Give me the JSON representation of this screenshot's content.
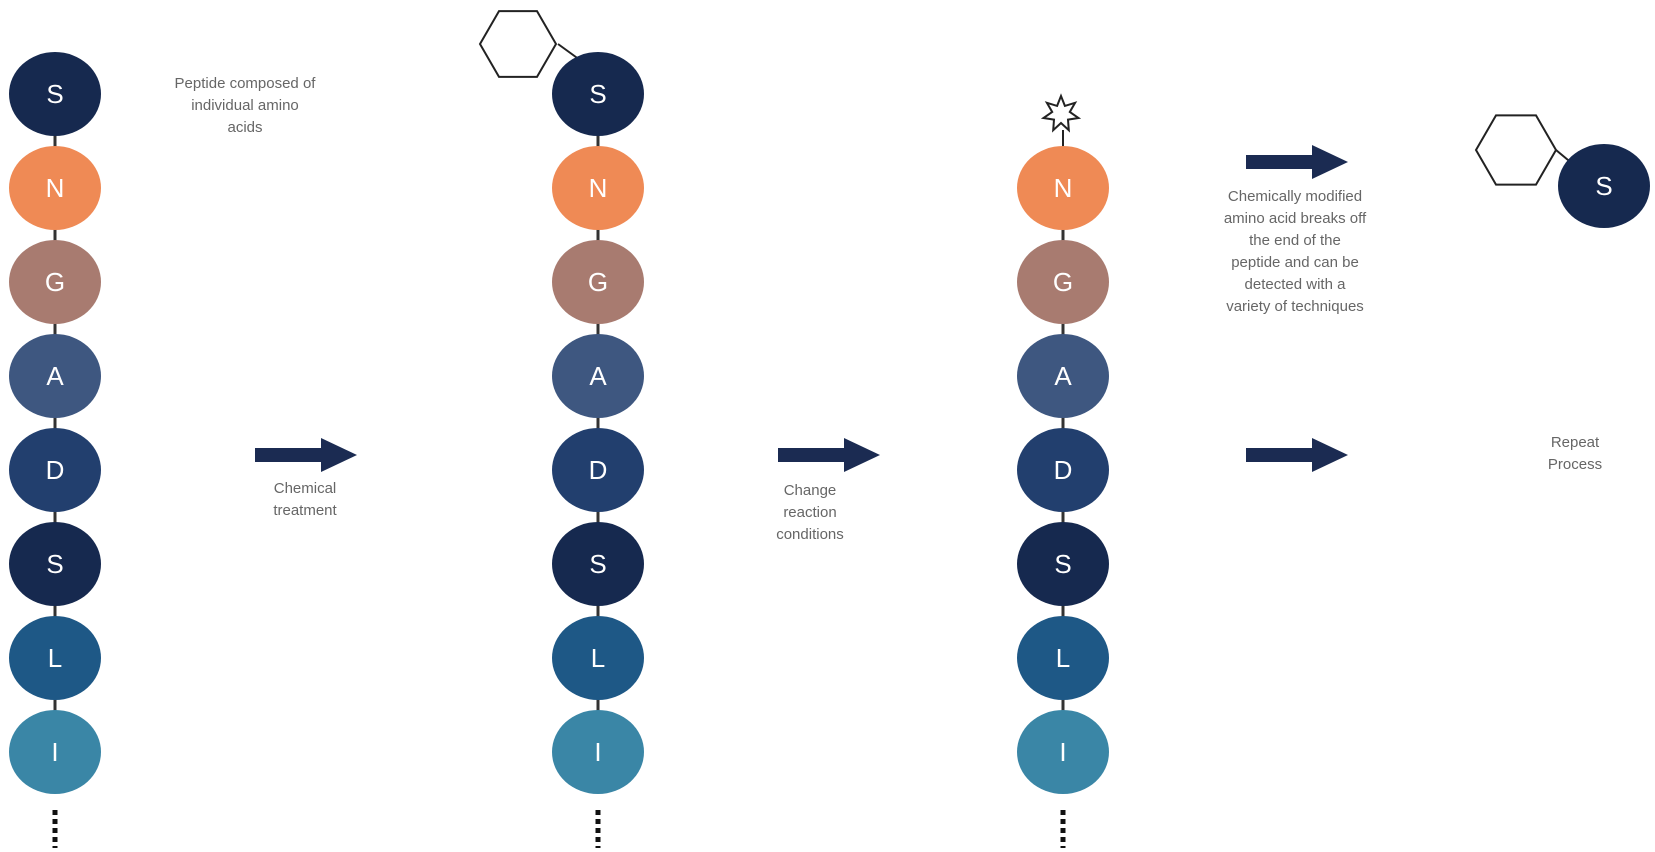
{
  "colors": {
    "S": "#16294f",
    "N": "#ef8a55",
    "G": "#a87b70",
    "A": "#3e5780",
    "D": "#223f6e",
    "L": "#1e5886",
    "I": "#3a86a6",
    "arrow": "#1b2b52",
    "bond": "#333333",
    "label_text": "#666666"
  },
  "labels": {
    "peptide": [
      "Peptide composed of",
      "individual amino",
      "acids"
    ],
    "chemical_treatment": [
      "Chemical",
      "treatment"
    ],
    "change_conditions": [
      "Change",
      "reaction",
      "conditions"
    ],
    "modified_breaks_off": [
      "Chemically modified",
      "amino acid breaks off",
      "the end of the",
      "peptide and can be",
      "detected with a",
      "variety of techniques"
    ],
    "repeat": [
      "Repeat",
      "Process"
    ]
  },
  "chains": [
    {
      "name": "original-peptide",
      "residues": [
        "S",
        "N",
        "G",
        "A",
        "D",
        "S",
        "L",
        "I"
      ],
      "tag": "none"
    },
    {
      "name": "modified-peptide",
      "residues": [
        "S",
        "N",
        "G",
        "A",
        "D",
        "S",
        "L",
        "I"
      ],
      "tag": "ring"
    },
    {
      "name": "shortened-peptide",
      "residues": [
        "N",
        "G",
        "A",
        "D",
        "S",
        "L",
        "I"
      ],
      "tag": "star"
    }
  ],
  "released": {
    "residue": "S",
    "tag": "ring"
  },
  "arrows": [
    "chemical-treatment",
    "change-conditions",
    "release",
    "repeat"
  ]
}
